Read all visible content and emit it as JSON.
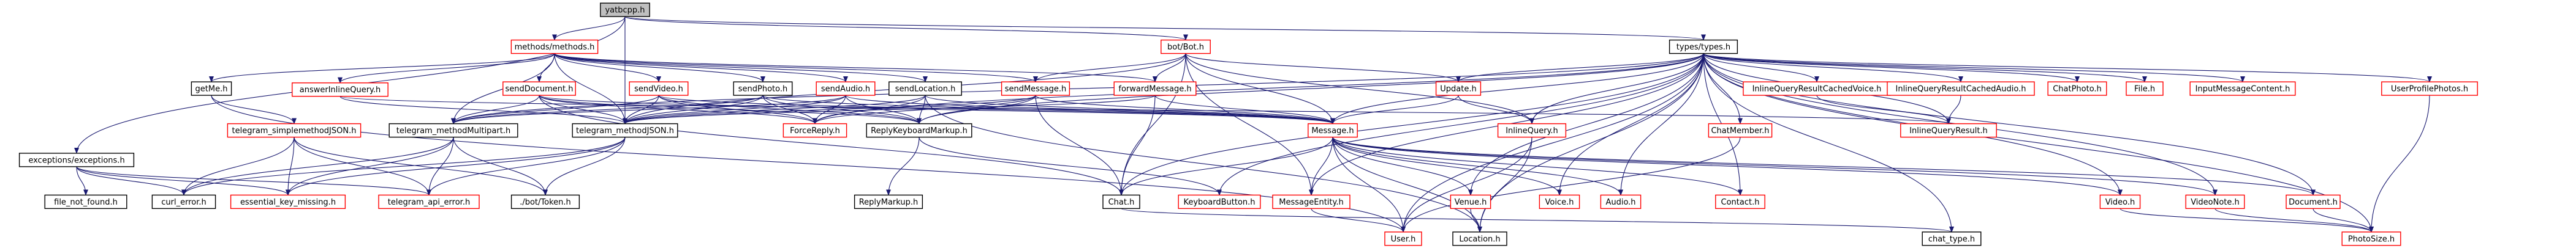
{
  "graph": {
    "colors": {
      "edge": "#191970",
      "root_fill": "#bfbfbf",
      "node_stroke_normal": "#000000",
      "node_stroke_external": "#ff0000",
      "node_text": "#000000"
    },
    "nodes": [
      {
        "id": "yatbcpp",
        "label": "yatbcpp.h",
        "root": true
      },
      {
        "id": "methods",
        "label": "methods/methods.h",
        "external": true
      },
      {
        "id": "bot",
        "label": "bot/Bot.h",
        "external": true
      },
      {
        "id": "types",
        "label": "types/types.h"
      },
      {
        "id": "exceptions",
        "label": "exceptions/exceptions.h"
      },
      {
        "id": "getme",
        "label": "getMe.h"
      },
      {
        "id": "answerinline",
        "label": "answerInlineQuery.h",
        "external": true
      },
      {
        "id": "senddocument",
        "label": "sendDocument.h",
        "external": true
      },
      {
        "id": "sendvideo",
        "label": "sendVideo.h",
        "external": true
      },
      {
        "id": "sendphoto",
        "label": "sendPhoto.h"
      },
      {
        "id": "sendaudio",
        "label": "sendAudio.h",
        "external": true
      },
      {
        "id": "sendlocation",
        "label": "sendLocation.h"
      },
      {
        "id": "sendmessage",
        "label": "sendMessage.h",
        "external": true
      },
      {
        "id": "forwardmessage",
        "label": "forwardMessage.h",
        "external": true
      },
      {
        "id": "update",
        "label": "Update.h",
        "external": true
      },
      {
        "id": "iqrcachedvoice",
        "label": "InlineQueryResultCachedVoice.h",
        "external": true
      },
      {
        "id": "iqrcachedaudio",
        "label": "InlineQueryResultCachedAudio.h",
        "external": true
      },
      {
        "id": "chatphoto",
        "label": "ChatPhoto.h",
        "external": true
      },
      {
        "id": "fileh",
        "label": "File.h",
        "external": true
      },
      {
        "id": "inputmsgcontent",
        "label": "InputMessageContent.h",
        "external": true
      },
      {
        "id": "userprofilephotos",
        "label": "UserProfilePhotos.h",
        "external": true
      },
      {
        "id": "tsimplejson",
        "label": "telegram_simplemethodJSON.h",
        "external": true
      },
      {
        "id": "tmultipart",
        "label": "telegram_methodMultipart.h"
      },
      {
        "id": "tmethodjson",
        "label": "telegram_methodJSON.h"
      },
      {
        "id": "forcereply",
        "label": "ForceReply.h",
        "external": true
      },
      {
        "id": "replykbmarkup",
        "label": "ReplyKeyboardMarkup.h"
      },
      {
        "id": "message",
        "label": "Message.h",
        "external": true
      },
      {
        "id": "inlinequery",
        "label": "InlineQuery.h",
        "external": true
      },
      {
        "id": "chatmember",
        "label": "ChatMember.h",
        "external": true
      },
      {
        "id": "iqresult",
        "label": "InlineQueryResult.h",
        "external": true
      },
      {
        "id": "filenotfound",
        "label": "file_not_found.h"
      },
      {
        "id": "curlerror",
        "label": "curl_error.h"
      },
      {
        "id": "essentialkey",
        "label": "essential_key_missing.h",
        "external": true
      },
      {
        "id": "tapierror",
        "label": "telegram_api_error.h",
        "external": true
      },
      {
        "id": "bottoken",
        "label": "./bot/Token.h"
      },
      {
        "id": "replymarkup",
        "label": "ReplyMarkup.h"
      },
      {
        "id": "chath",
        "label": "Chat.h"
      },
      {
        "id": "keyboardbutton",
        "label": "KeyboardButton.h",
        "external": true
      },
      {
        "id": "messageentity",
        "label": "MessageEntity.h",
        "external": true
      },
      {
        "id": "venue",
        "label": "Venue.h",
        "external": true
      },
      {
        "id": "voice",
        "label": "Voice.h",
        "external": true
      },
      {
        "id": "audio",
        "label": "Audio.h",
        "external": true
      },
      {
        "id": "contact",
        "label": "Contact.h",
        "external": true
      },
      {
        "id": "videoh",
        "label": "Video.h",
        "external": true
      },
      {
        "id": "videonote",
        "label": "VideoNote.h",
        "external": true
      },
      {
        "id": "documenth",
        "label": "Document.h",
        "external": true
      },
      {
        "id": "userh",
        "label": "User.h",
        "external": true
      },
      {
        "id": "locationh",
        "label": "Location.h"
      },
      {
        "id": "chattype",
        "label": "chat_type.h"
      },
      {
        "id": "photosize",
        "label": "PhotoSize.h",
        "external": true
      }
    ],
    "edges": [
      [
        "yatbcpp",
        "methods"
      ],
      [
        "yatbcpp",
        "bot"
      ],
      [
        "yatbcpp",
        "types"
      ],
      [
        "yatbcpp",
        "exceptions"
      ],
      [
        "yatbcpp",
        "tmethodjson"
      ],
      [
        "methods",
        "getme"
      ],
      [
        "methods",
        "answerinline"
      ],
      [
        "methods",
        "senddocument"
      ],
      [
        "methods",
        "sendvideo"
      ],
      [
        "methods",
        "sendphoto"
      ],
      [
        "methods",
        "sendaudio"
      ],
      [
        "methods",
        "sendlocation"
      ],
      [
        "methods",
        "sendmessage"
      ],
      [
        "methods",
        "forwardmessage"
      ],
      [
        "methods",
        "tmultipart"
      ],
      [
        "methods",
        "tmethodjson"
      ],
      [
        "bot",
        "update"
      ],
      [
        "bot",
        "message"
      ],
      [
        "bot",
        "inlinequery"
      ],
      [
        "bot",
        "sendmessage"
      ],
      [
        "bot",
        "forwardmessage"
      ],
      [
        "bot",
        "tmethodjson"
      ],
      [
        "bot",
        "messageentity"
      ],
      [
        "bot",
        "chath"
      ],
      [
        "types",
        "update"
      ],
      [
        "types",
        "iqrcachedvoice"
      ],
      [
        "types",
        "iqrcachedaudio"
      ],
      [
        "types",
        "chatphoto"
      ],
      [
        "types",
        "fileh"
      ],
      [
        "types",
        "inputmsgcontent"
      ],
      [
        "types",
        "userprofilephotos"
      ],
      [
        "types",
        "chatmember"
      ],
      [
        "types",
        "iqresult"
      ],
      [
        "types",
        "inlinequery"
      ],
      [
        "types",
        "message"
      ],
      [
        "types",
        "forcereply"
      ],
      [
        "types",
        "replykbmarkup"
      ],
      [
        "types",
        "tmultipart"
      ],
      [
        "types",
        "chath"
      ],
      [
        "types",
        "keyboardbutton"
      ],
      [
        "types",
        "messageentity"
      ],
      [
        "types",
        "venue"
      ],
      [
        "types",
        "voice"
      ],
      [
        "types",
        "audio"
      ],
      [
        "types",
        "contact"
      ],
      [
        "types",
        "videoh"
      ],
      [
        "types",
        "videonote"
      ],
      [
        "types",
        "documenth"
      ],
      [
        "types",
        "userh"
      ],
      [
        "types",
        "locationh"
      ],
      [
        "types",
        "chattype"
      ],
      [
        "types",
        "photosize"
      ],
      [
        "exceptions",
        "filenotfound"
      ],
      [
        "exceptions",
        "curlerror"
      ],
      [
        "exceptions",
        "essentialkey"
      ],
      [
        "exceptions",
        "tapierror"
      ],
      [
        "getme",
        "tsimplejson"
      ],
      [
        "getme",
        "userh"
      ],
      [
        "answerinline",
        "tmethodjson"
      ],
      [
        "answerinline",
        "iqresult"
      ],
      [
        "senddocument",
        "tmultipart"
      ],
      [
        "senddocument",
        "tmethodjson"
      ],
      [
        "senddocument",
        "forcereply"
      ],
      [
        "senddocument",
        "replykbmarkup"
      ],
      [
        "senddocument",
        "message"
      ],
      [
        "senddocument",
        "chath"
      ],
      [
        "sendvideo",
        "tmultipart"
      ],
      [
        "sendvideo",
        "tmethodjson"
      ],
      [
        "sendvideo",
        "forcereply"
      ],
      [
        "sendvideo",
        "replykbmarkup"
      ],
      [
        "sendvideo",
        "message"
      ],
      [
        "sendphoto",
        "tmultipart"
      ],
      [
        "sendphoto",
        "tmethodjson"
      ],
      [
        "sendphoto",
        "forcereply"
      ],
      [
        "sendphoto",
        "replykbmarkup"
      ],
      [
        "sendphoto",
        "message"
      ],
      [
        "sendaudio",
        "tmultipart"
      ],
      [
        "sendaudio",
        "tmethodjson"
      ],
      [
        "sendaudio",
        "forcereply"
      ],
      [
        "sendaudio",
        "replykbmarkup"
      ],
      [
        "sendaudio",
        "message"
      ],
      [
        "sendlocation",
        "tmethodjson"
      ],
      [
        "sendlocation",
        "forcereply"
      ],
      [
        "sendlocation",
        "replykbmarkup"
      ],
      [
        "sendlocation",
        "message"
      ],
      [
        "sendlocation",
        "locationh"
      ],
      [
        "sendmessage",
        "tmethodjson"
      ],
      [
        "sendmessage",
        "forcereply"
      ],
      [
        "sendmessage",
        "replykbmarkup"
      ],
      [
        "sendmessage",
        "message"
      ],
      [
        "sendmessage",
        "chath"
      ],
      [
        "forwardmessage",
        "tmethodjson"
      ],
      [
        "forwardmessage",
        "message"
      ],
      [
        "forwardmessage",
        "chath"
      ],
      [
        "update",
        "message"
      ],
      [
        "update",
        "inlinequery"
      ],
      [
        "iqrcachedvoice",
        "iqresult"
      ],
      [
        "iqrcachedaudio",
        "iqresult"
      ],
      [
        "userprofilephotos",
        "photosize"
      ],
      [
        "tsimplejson",
        "curlerror"
      ],
      [
        "tsimplejson",
        "essentialkey"
      ],
      [
        "tsimplejson",
        "tapierror"
      ],
      [
        "tsimplejson",
        "bottoken"
      ],
      [
        "tmultipart",
        "curlerror"
      ],
      [
        "tmultipart",
        "essentialkey"
      ],
      [
        "tmultipart",
        "tapierror"
      ],
      [
        "tmultipart",
        "bottoken"
      ],
      [
        "tmethodjson",
        "curlerror"
      ],
      [
        "tmethodjson",
        "essentialkey"
      ],
      [
        "tmethodjson",
        "tapierror"
      ],
      [
        "tmethodjson",
        "bottoken"
      ],
      [
        "replykbmarkup",
        "replymarkup"
      ],
      [
        "replykbmarkup",
        "keyboardbutton"
      ],
      [
        "message",
        "chath"
      ],
      [
        "message",
        "messageentity"
      ],
      [
        "message",
        "venue"
      ],
      [
        "message",
        "voice"
      ],
      [
        "message",
        "audio"
      ],
      [
        "message",
        "contact"
      ],
      [
        "message",
        "videoh"
      ],
      [
        "message",
        "videonote"
      ],
      [
        "message",
        "documenth"
      ],
      [
        "message",
        "userh"
      ],
      [
        "message",
        "locationh"
      ],
      [
        "inlinequery",
        "userh"
      ],
      [
        "inlinequery",
        "locationh"
      ],
      [
        "chatmember",
        "userh"
      ],
      [
        "chath",
        "chattype"
      ],
      [
        "messageentity",
        "userh"
      ],
      [
        "venue",
        "locationh"
      ],
      [
        "videoh",
        "photosize"
      ],
      [
        "videonote",
        "photosize"
      ],
      [
        "documenth",
        "photosize"
      ]
    ]
  }
}
